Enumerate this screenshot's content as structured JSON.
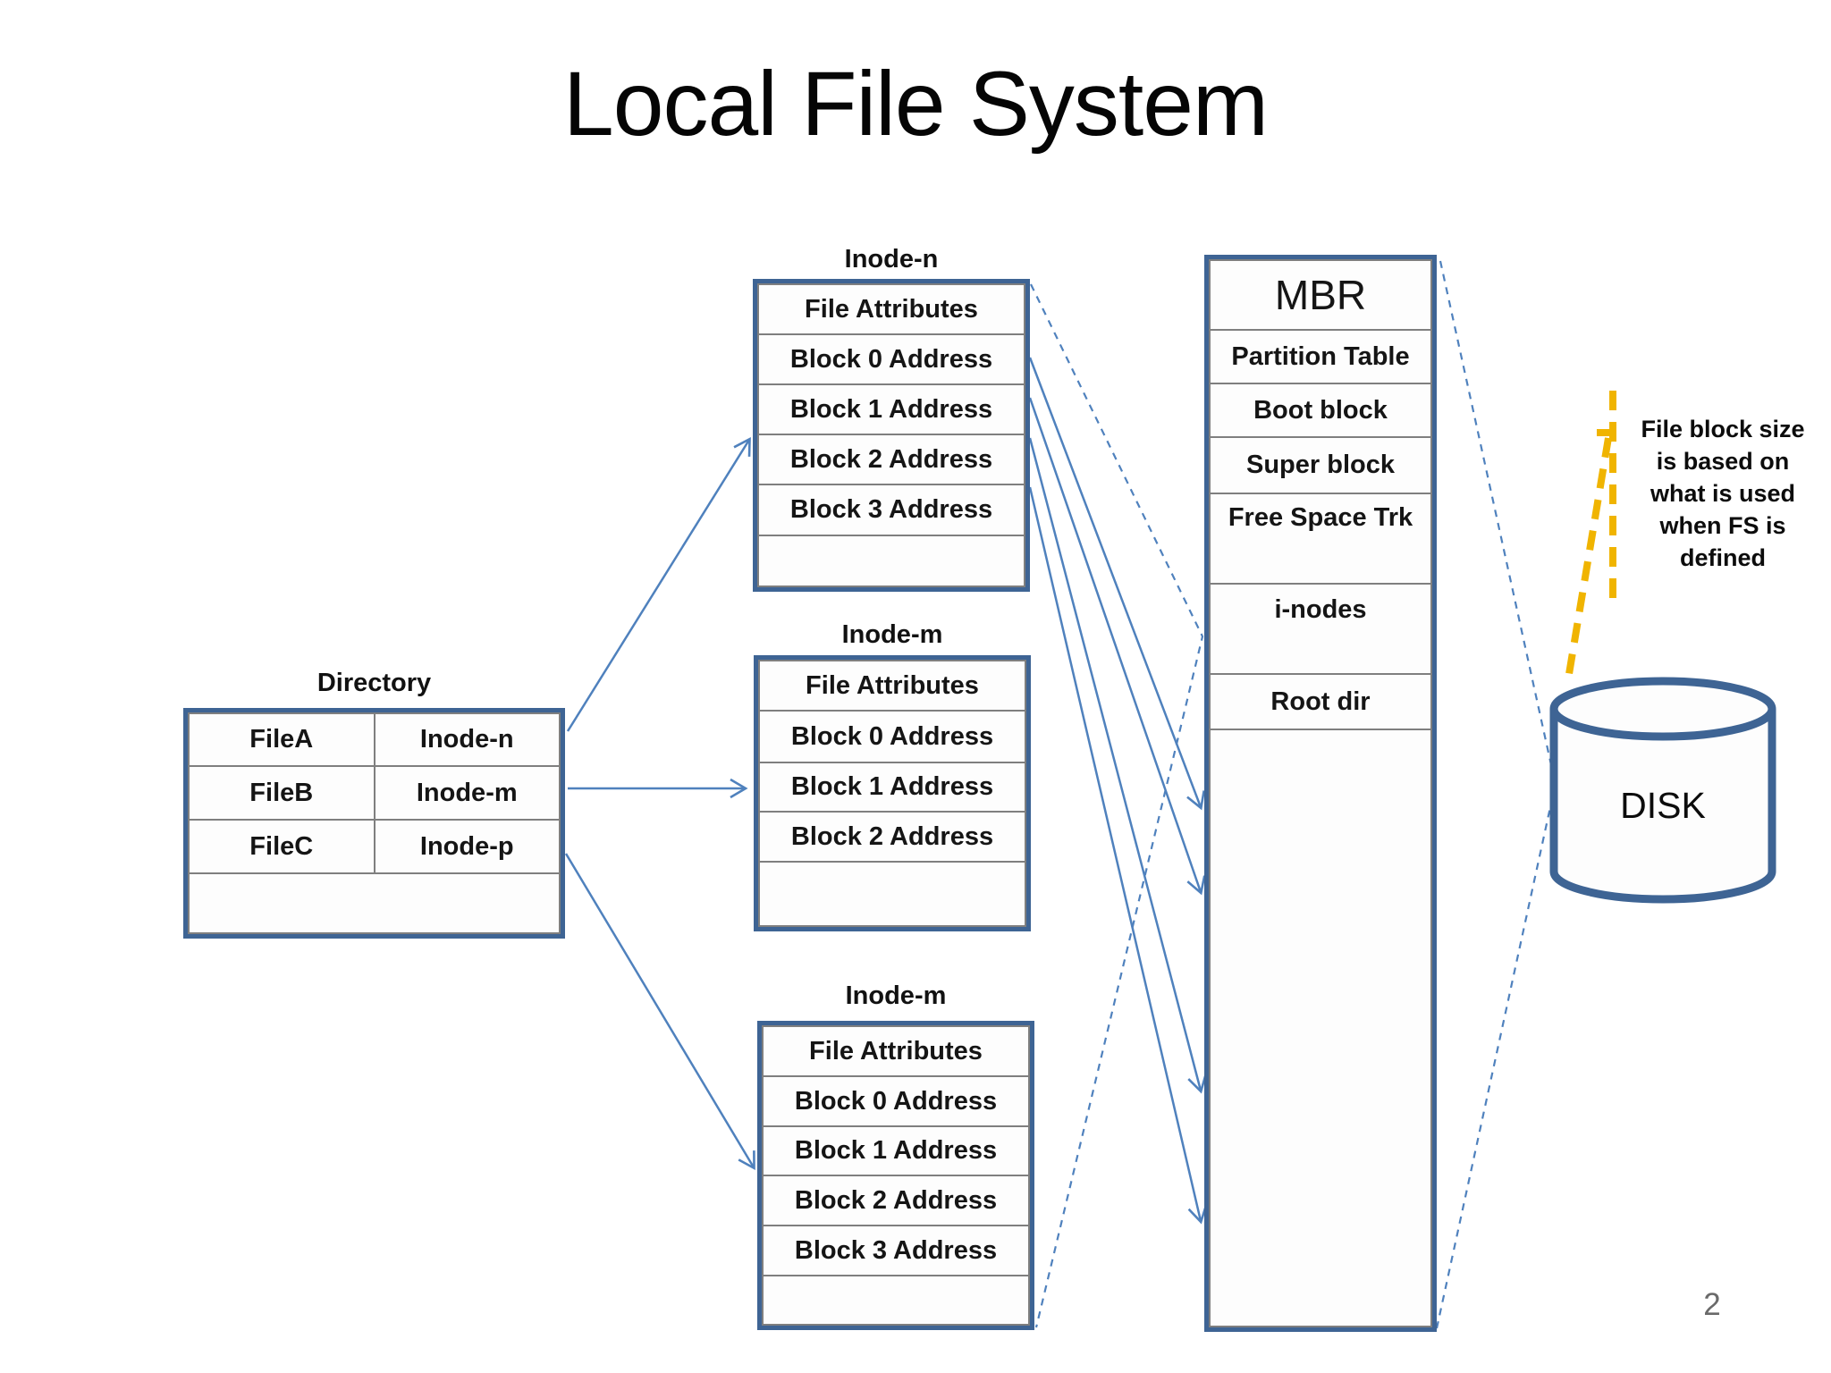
{
  "slide": {
    "title": "Local File System",
    "page_number": "2"
  },
  "directory": {
    "label": "Directory",
    "rows": [
      [
        "FileA",
        "Inode-n"
      ],
      [
        "FileB",
        "Inode-m"
      ],
      [
        "FileC",
        "Inode-p"
      ],
      [
        "",
        ""
      ]
    ]
  },
  "inode_n": {
    "label": "Inode-n",
    "rows": [
      "File Attributes",
      "Block 0 Address",
      "Block 1 Address",
      "Block 2 Address",
      "Block 3 Address",
      ""
    ]
  },
  "inode_m": {
    "label": "Inode-m",
    "rows": [
      "File Attributes",
      "Block 0 Address",
      "Block 1 Address",
      "Block 2 Address",
      ""
    ]
  },
  "inode_m2": {
    "label": "Inode-m",
    "rows": [
      "File Attributes",
      "Block 0 Address",
      "Block 1 Address",
      "Block 2 Address",
      "Block 3 Address",
      ""
    ]
  },
  "mbr": {
    "rows": [
      "MBR",
      "Partition Table",
      "Boot block",
      "Super block",
      "Free Space Trk",
      "i-nodes",
      "Root dir",
      ""
    ]
  },
  "disk": {
    "label": "DISK"
  },
  "annotation": {
    "text": "File block size\nis based on\nwhat is used\nwhen FS is\ndefined"
  },
  "colors": {
    "shape_border": "#3e6494",
    "grid_line": "#7f7f7f",
    "connector_blue": "#4f81bd",
    "callout_orange": "#f0b400",
    "page_number_gray": "#6a6a6a"
  }
}
